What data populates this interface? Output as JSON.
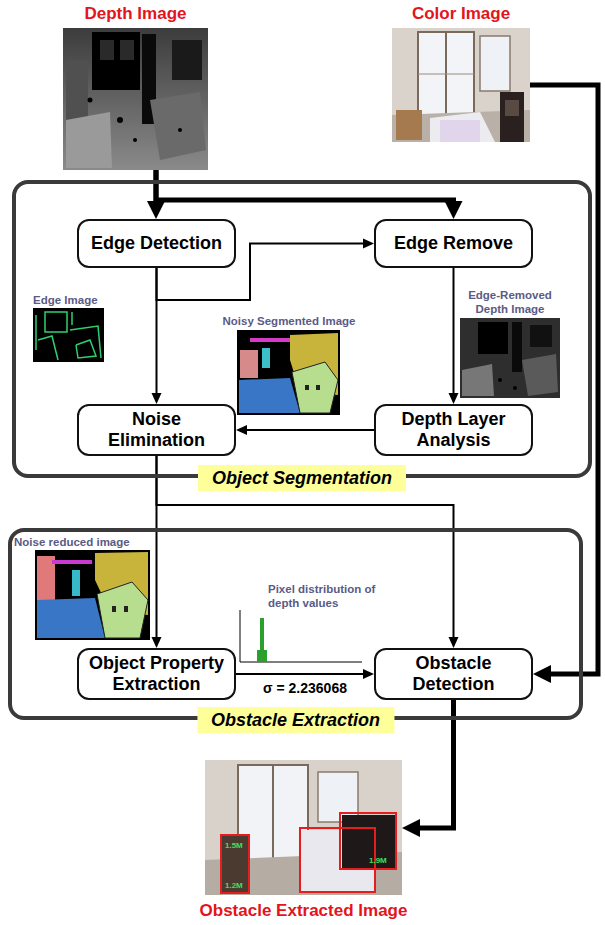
{
  "diagram": {
    "nodes": [
      {
        "text": [
          "Depth Image"
        ]
      },
      {
        "text": [
          "Color Image"
        ]
      },
      {
        "text": [
          "Object Segmentation"
        ]
      },
      {
        "text": [
          "Edge Detection"
        ],
        "in": 2
      },
      {
        "text": [
          "Edge Remove"
        ],
        "in": 2
      },
      {
        "text": [
          "Noise Elimination"
        ],
        "in": 2
      },
      {
        "text": [
          "Depth Layer Analysis"
        ],
        "in": 2
      },
      {
        "text": [
          "Obstacle Extraction"
        ]
      },
      {
        "text": [
          "Object Property Extraction"
        ],
        "in": 7
      },
      {
        "text": [
          "Obstacle Detection"
        ],
        "in": 7
      },
      {
        "text": [
          "Obstacle Extracted Image"
        ]
      }
    ],
    "edges": [
      {
        "from": 0,
        "to": 3,
        "arrow": "to"
      },
      {
        "from": 0,
        "to": 4,
        "arrow": "to"
      },
      {
        "from": 3,
        "to": 4,
        "arrow": "to"
      },
      {
        "from": 3,
        "to": 5,
        "arrow": "to"
      },
      {
        "from": 4,
        "to": 6,
        "arrow": "to"
      },
      {
        "from": 6,
        "to": 5,
        "arrow": "to"
      },
      {
        "from": 5,
        "to": 8,
        "arrow": "to"
      },
      {
        "from": 5,
        "to": 9,
        "arrow": "to"
      },
      {
        "from": 8,
        "to": 9,
        "label": "σ = 2.236068",
        "arrow": "to"
      },
      {
        "from": 1,
        "to": 9,
        "arrow": "to"
      },
      {
        "from": 9,
        "to": 10,
        "arrow": "to"
      }
    ],
    "labels": [
      "Edge Image",
      "Edge-Removed Depth Image",
      "Noisy Segmented Image",
      "Noise reduced image",
      "Pixel distribution of depth values",
      "1.5M",
      "1.2M",
      "1.9M"
    ]
  }
}
